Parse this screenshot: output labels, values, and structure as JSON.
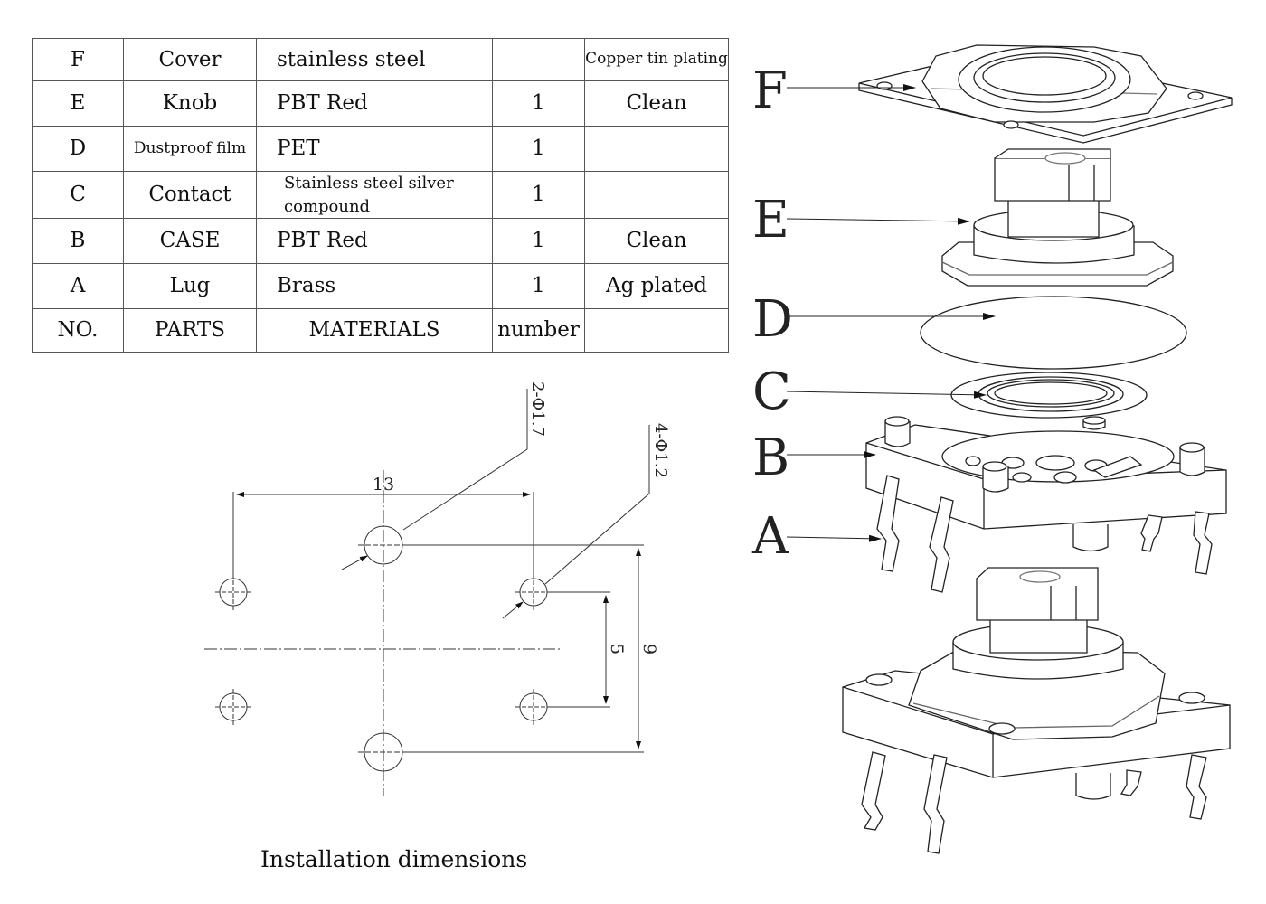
{
  "table": {
    "rows": [
      {
        "no": "F",
        "part": "Cover",
        "material": "stainless steel",
        "number": "",
        "note": "Copper tin plating"
      },
      {
        "no": "E",
        "part": "Knob",
        "material": "PBT Red",
        "number": "1",
        "note": "Clean"
      },
      {
        "no": "D",
        "part": "Dustproof film",
        "material": "PET",
        "number": "1",
        "note": ""
      },
      {
        "no": "C",
        "part": "Contact",
        "material": "Stainless steel silver compound",
        "number": "1",
        "note": ""
      },
      {
        "no": "B",
        "part": "CASE",
        "material": "PBT Red",
        "number": "1",
        "note": "Clean"
      },
      {
        "no": "A",
        "part": "Lug",
        "material": "Brass",
        "number": "1",
        "note": "Ag plated"
      }
    ],
    "header": {
      "no": "NO.",
      "part": "PARTS",
      "material": "MATERIALS",
      "number": "number",
      "note": ""
    }
  },
  "install": {
    "hole_large_callout": "2-Φ1.7",
    "hole_small_callout": "4-Φ1.2",
    "dim_horizontal": "13",
    "dim_vertical_inner": "5",
    "dim_vertical_outer": "9",
    "caption": "Installation dimensions"
  },
  "exploded_labels": [
    "F",
    "E",
    "D",
    "C",
    "B",
    "A"
  ]
}
